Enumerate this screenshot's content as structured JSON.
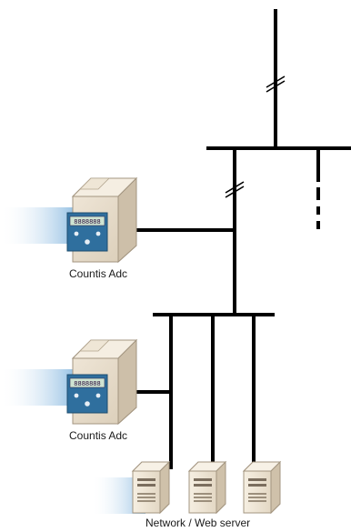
{
  "meters": [
    {
      "label": "Countis Adc",
      "display": "8888888"
    },
    {
      "label": "Countis Adc",
      "display": "8888888"
    }
  ],
  "servers": {
    "label": "Network / Web server",
    "count": 3
  },
  "colors": {
    "line": "#000000",
    "device_body": "#e8dccb",
    "device_shadow": "#cdbfa9",
    "device_panel": "#2f6f9e",
    "glow": "#9fc6e6"
  }
}
